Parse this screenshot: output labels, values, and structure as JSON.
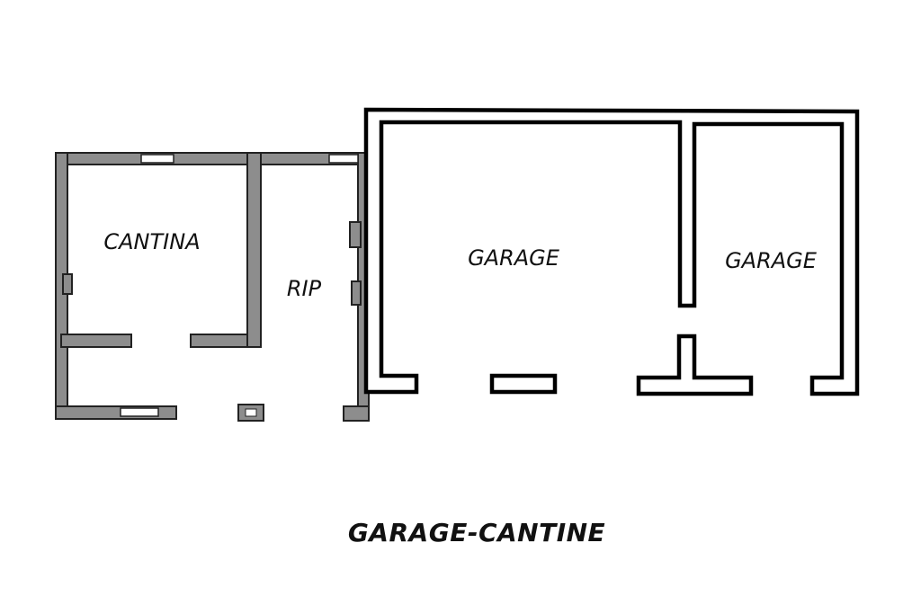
{
  "rooms": {
    "cantina": "CANTINA",
    "rip": "RIP",
    "garage_left": "GARAGE",
    "garage_right": "GARAGE"
  },
  "title": "GARAGE-CANTINE",
  "colors": {
    "old_wall": "#8d8d8d",
    "new_wall": "#000000",
    "background": "#ffffff"
  }
}
